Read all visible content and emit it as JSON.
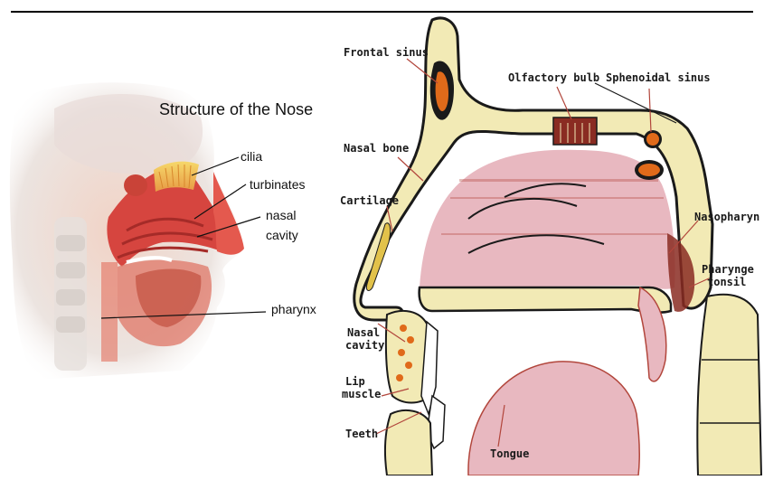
{
  "left_figure": {
    "title": "Structure of the Nose",
    "labels": {
      "cilia": "cilia",
      "turbinates": "turbinates",
      "nasal_cavity_line1": "nasal",
      "nasal_cavity_line2": "cavity",
      "pharynx": "pharynx"
    }
  },
  "right_figure": {
    "labels": {
      "frontal_sinus": "Frontal sinus",
      "olfactory_bulb": "Olfactory bulb",
      "sphenoidal_sinus": "Sphenoidal sinus",
      "nasal_bone": "Nasal bone",
      "cartilage": "Cartilage",
      "nasopharynx": "Nasopharyn",
      "pharyngeal_line1": "Pharynge",
      "pharyngeal_line2": "tonsil",
      "nasal_cavity_line1": "Nasal",
      "nasal_cavity_line2": "cavity",
      "lip_muscle_line1": "Lip",
      "lip_muscle_line2": "muscle",
      "teeth": "Teeth",
      "tongue": "Tongue"
    }
  },
  "colors": {
    "bone": "#f2eab5",
    "bone_outline": "#1a1a1a",
    "cavity_pink": "#e8b8c0",
    "tissue_red": "#b2463c",
    "sinus_orange": "#e06a1a",
    "olfactory_brown": "#8a2c22",
    "left_red": "#d6453f",
    "left_skin": "#f3d8cc"
  }
}
